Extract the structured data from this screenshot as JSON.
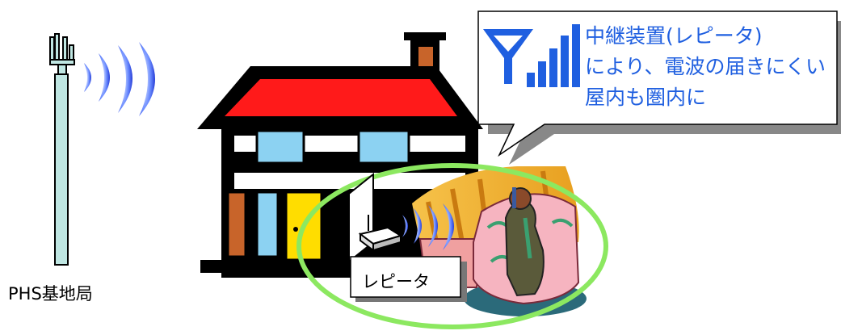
{
  "labels": {
    "base_station": "PHS基地局",
    "repeater": "レピータ"
  },
  "callout": {
    "lines": [
      "中継装置(レピータ)",
      "により、電波の届きにくい",
      "屋内も圏内に"
    ]
  },
  "colors": {
    "callout_text": "#1f5fe0",
    "antenna_icon": "#1f5fe0",
    "roof": "#ff1a1a",
    "window": "#8cd2f2",
    "chimney": "#c8642a",
    "door": "#ffdd00",
    "tower": "#bfe6e2",
    "ellipse": "#8ce860",
    "waves": "#1e3fd8"
  },
  "icons": {
    "antenna": "antenna-signal-icon",
    "waves": "radio-waves-icon"
  }
}
